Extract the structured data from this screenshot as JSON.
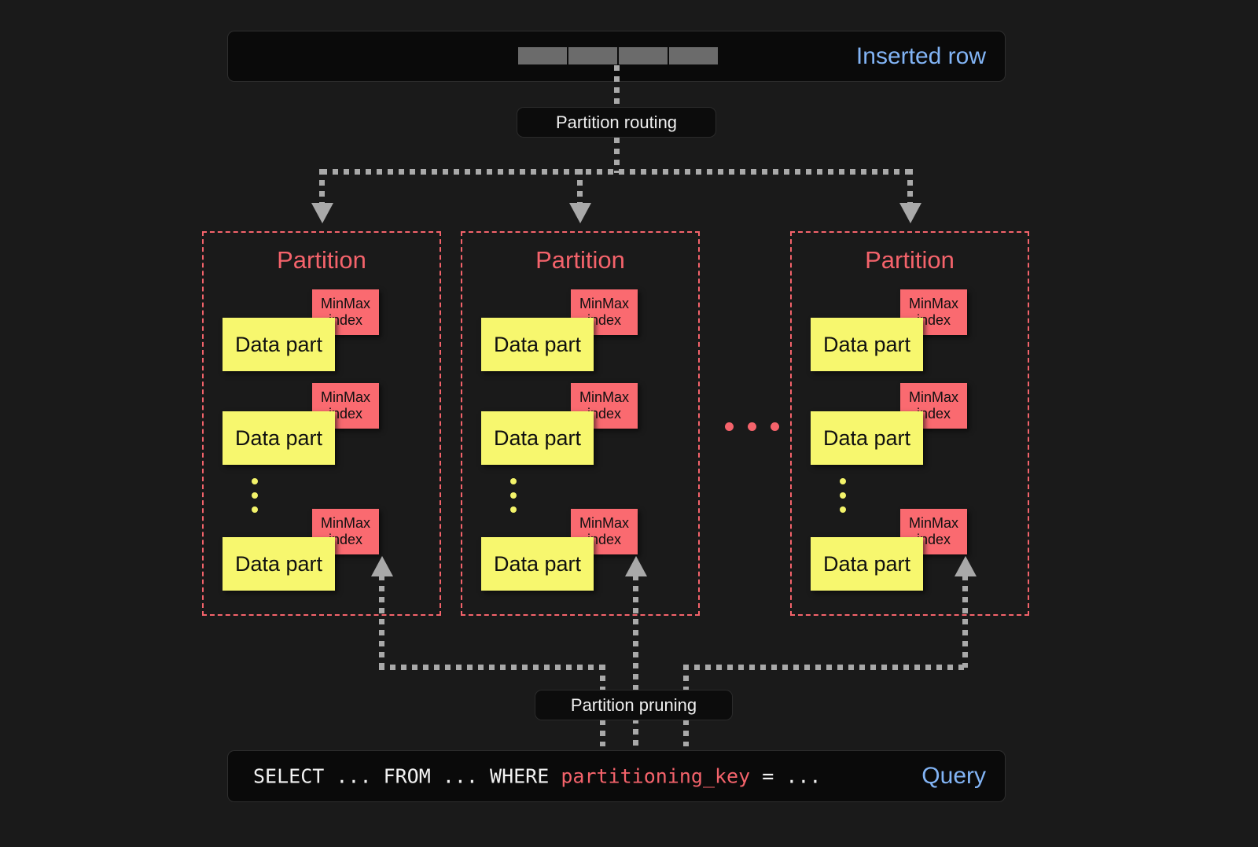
{
  "diagram": {
    "background_color": "#1a1a1a",
    "accent_blue": "#82b4f5",
    "accent_red": "#f4636b",
    "accent_yellow": "#f7f76e",
    "connector_gray": "#a9a9a9"
  },
  "inserted_row": {
    "label": "Inserted row",
    "cell_count": 4,
    "cells": [
      "",
      "",
      "",
      ""
    ]
  },
  "routing": {
    "label": "Partition routing"
  },
  "pruning": {
    "label": "Partition pruning"
  },
  "query": {
    "prefix": "SELECT ... FROM ... WHERE ",
    "key": "partitioning_key",
    "suffix": " = ...",
    "label": "Query"
  },
  "partitions": [
    {
      "title": "Partition",
      "parts": [
        {
          "part_label": "Data part",
          "index_label_line1": "MinMax",
          "index_label_line2": "index"
        },
        {
          "part_label": "Data part",
          "index_label_line1": "MinMax",
          "index_label_line2": "index"
        },
        {
          "part_label": "Data part",
          "index_label_line1": "MinMax",
          "index_label_line2": "index"
        }
      ],
      "ellipsis_dots": 3
    },
    {
      "title": "Partition",
      "parts": [
        {
          "part_label": "Data part",
          "index_label_line1": "MinMax",
          "index_label_line2": "index"
        },
        {
          "part_label": "Data part",
          "index_label_line1": "MinMax",
          "index_label_line2": "index"
        },
        {
          "part_label": "Data part",
          "index_label_line1": "MinMax",
          "index_label_line2": "index"
        }
      ],
      "ellipsis_dots": 3
    },
    {
      "title": "Partition",
      "parts": [
        {
          "part_label": "Data part",
          "index_label_line1": "MinMax",
          "index_label_line2": "index"
        },
        {
          "part_label": "Data part",
          "index_label_line1": "MinMax",
          "index_label_line2": "index"
        },
        {
          "part_label": "Data part",
          "index_label_line1": "MinMax",
          "index_label_line2": "index"
        }
      ],
      "ellipsis_dots": 3
    }
  ],
  "between_partitions_ellipsis": 3
}
